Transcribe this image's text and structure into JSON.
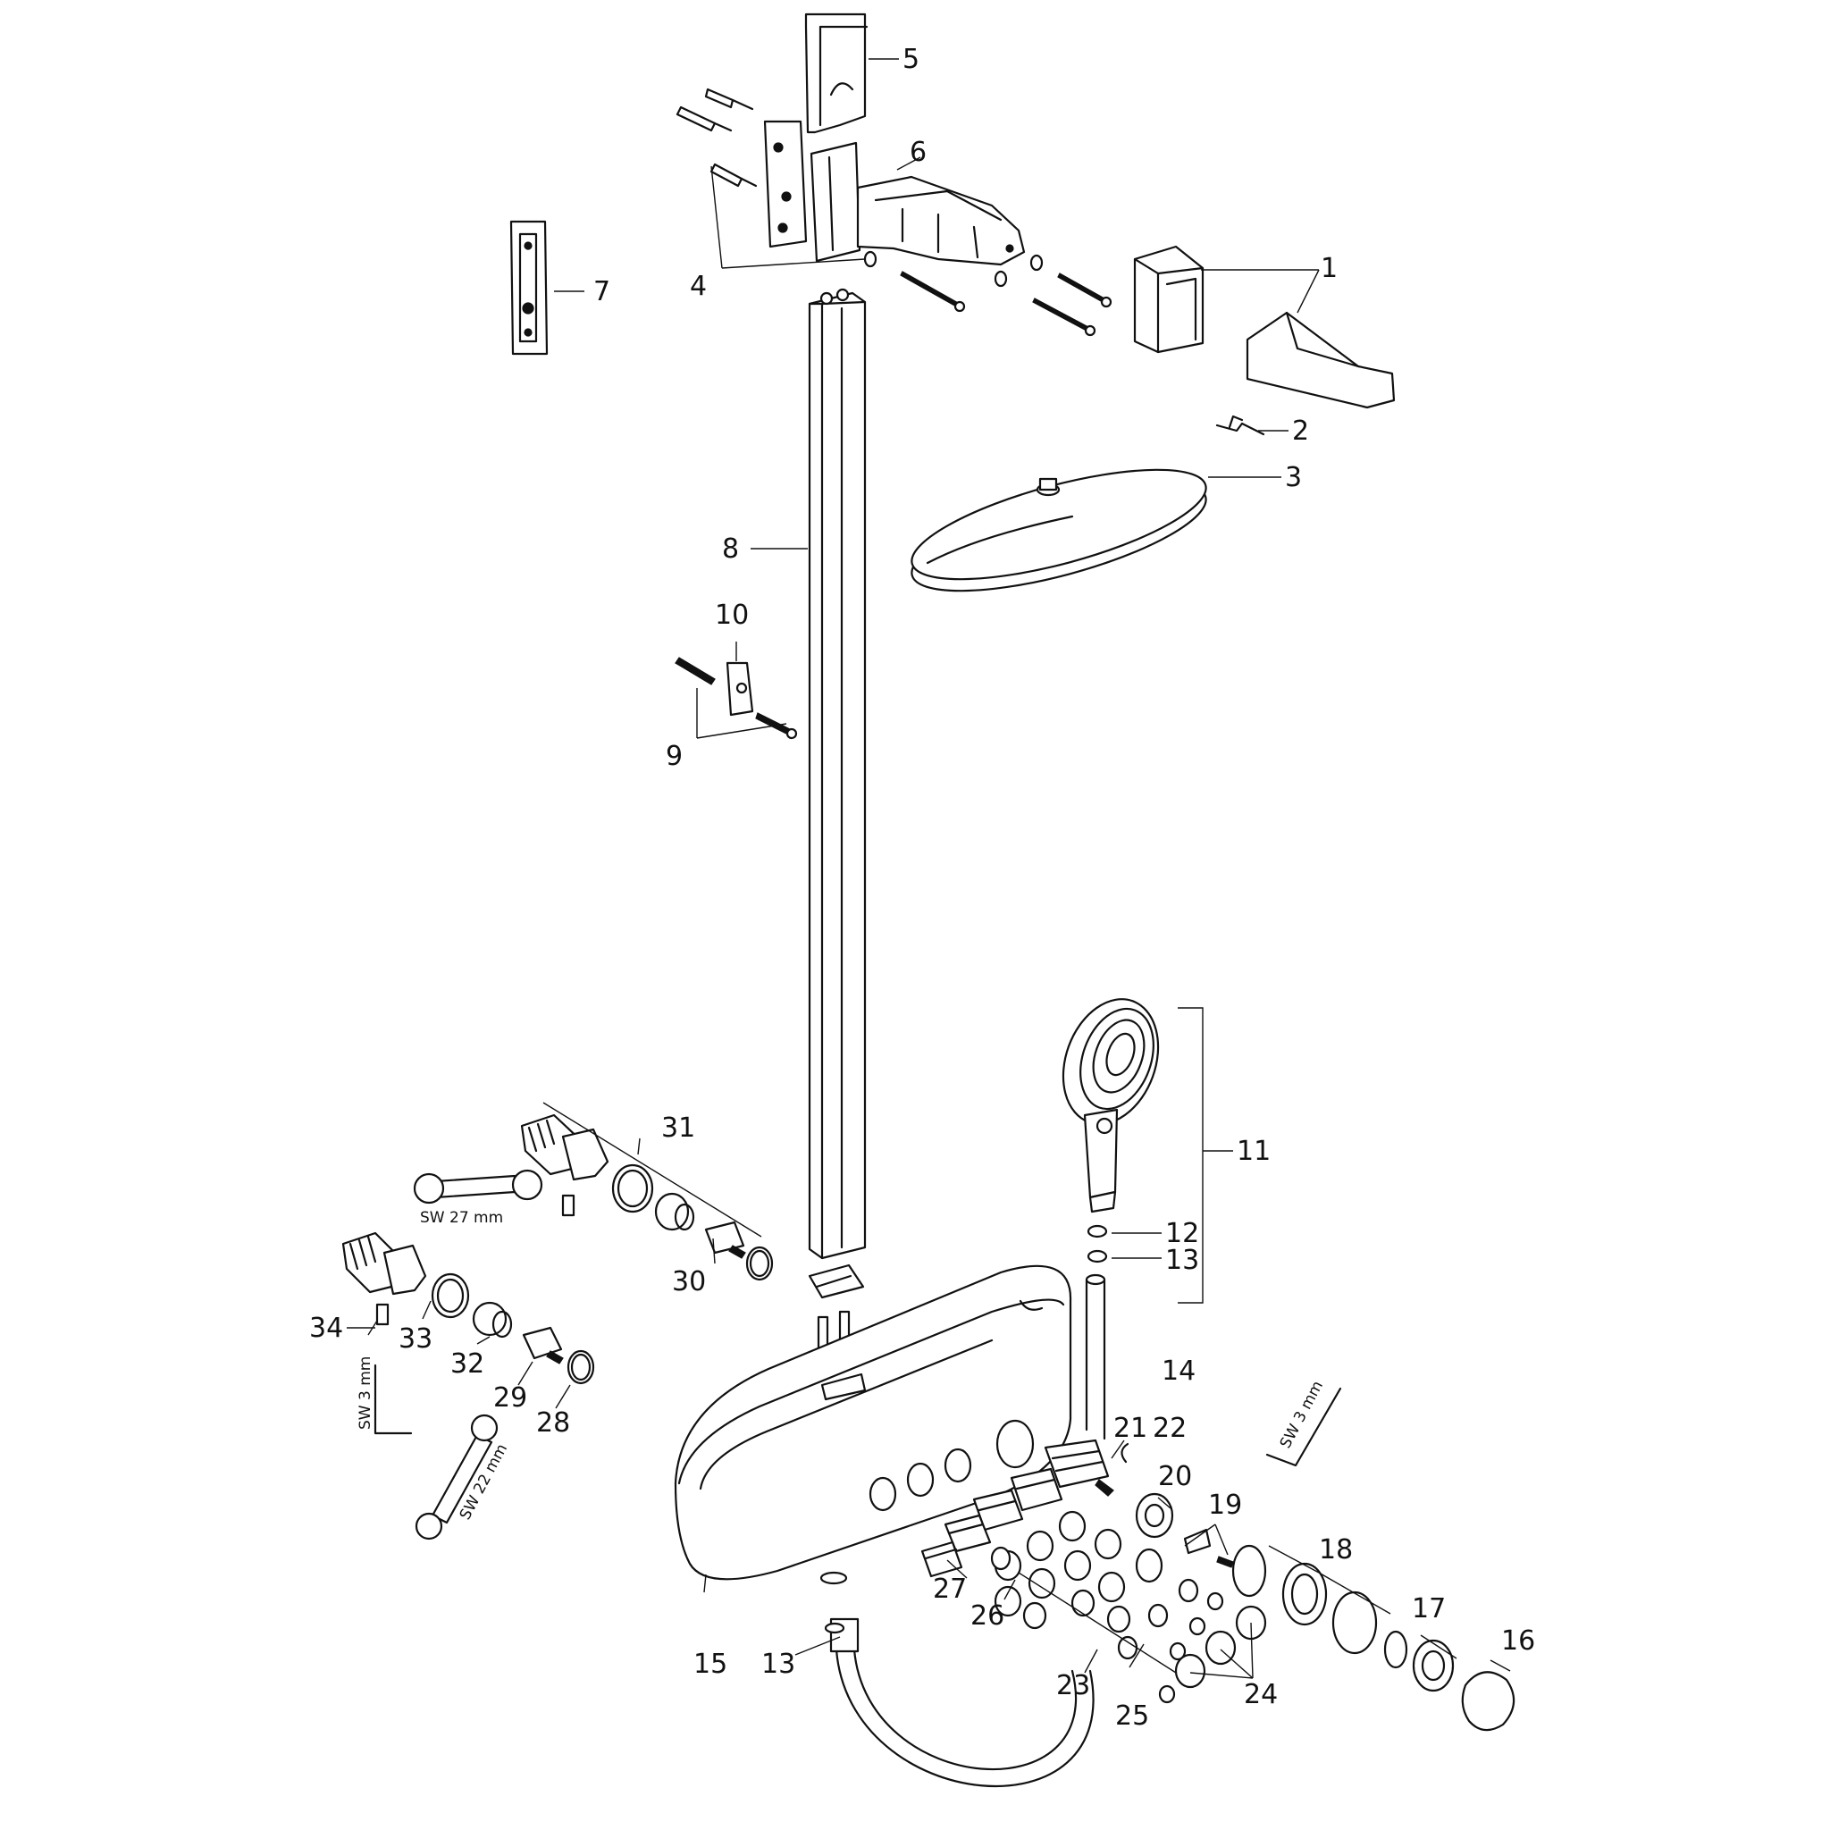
{
  "labels": {
    "l1": "1",
    "l2": "2",
    "l3": "3",
    "l4": "4",
    "l5": "5",
    "l6": "6",
    "l7": "7",
    "l8": "8",
    "l9": "9",
    "l10": "10",
    "l11": "11",
    "l12": "12",
    "l13a": "13",
    "l13b": "13",
    "l14": "14",
    "l15": "15",
    "l16": "16",
    "l17": "17",
    "l18": "18",
    "l19": "19",
    "l20": "20",
    "l21": "21",
    "l22": "22",
    "l23": "23",
    "l24": "24",
    "l25": "25",
    "l26": "26",
    "l27": "27",
    "l28": "28",
    "l29": "29",
    "l30": "30",
    "l31": "31",
    "l32": "32",
    "l33": "33",
    "l34": "34"
  },
  "tools": {
    "sw27": "SW 27 mm",
    "sw22": "SW 22 mm",
    "sw3_left": "SW 3 mm",
    "sw3_right": "SW 3 mm"
  }
}
